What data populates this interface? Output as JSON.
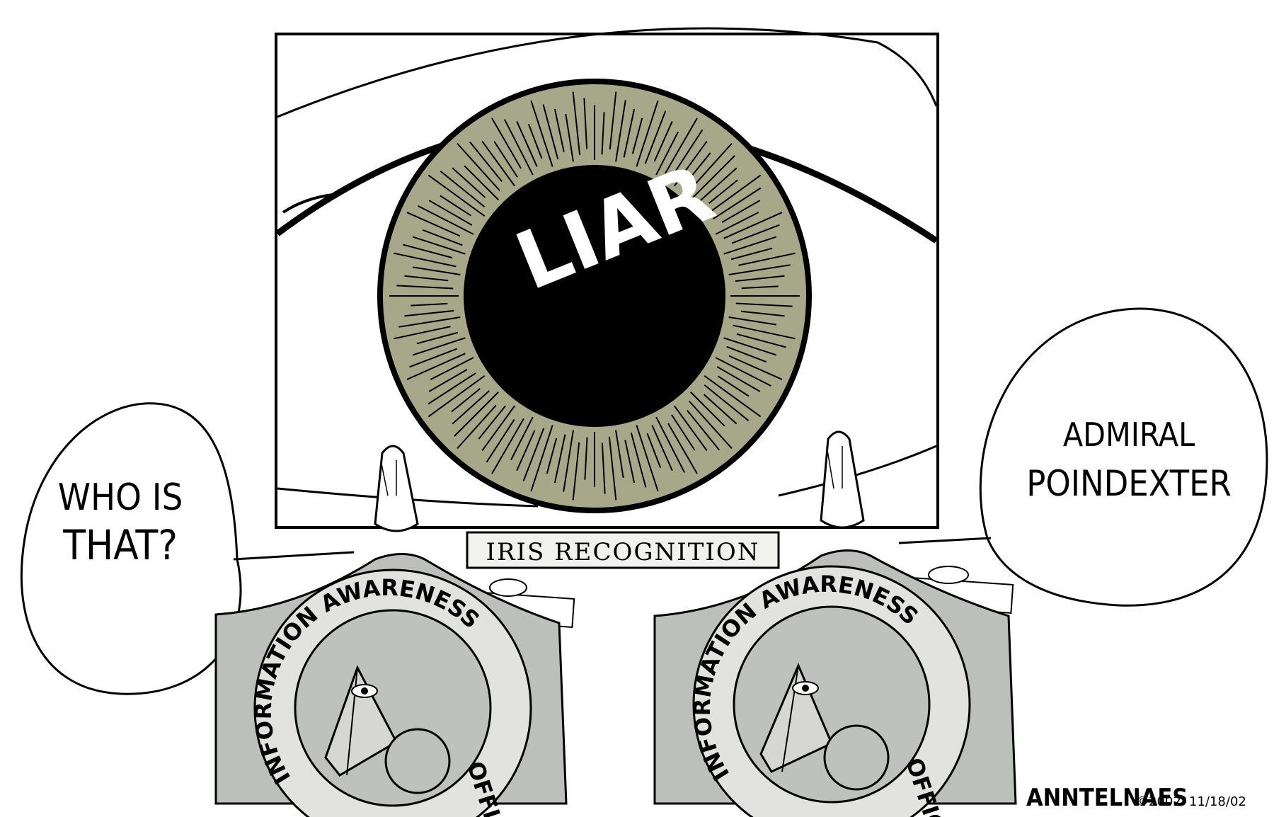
{
  "cartoon": {
    "pupil_text": "LIAR",
    "screen_label": "IRIS RECOGNITION",
    "left_speech": [
      "WHO IS",
      "THAT?"
    ],
    "right_speech": [
      "ADMIRAL",
      "POINDEXTER"
    ],
    "badge_left_top": "INFORMATION AWARENESS",
    "badge_left_right": "OFFICE",
    "badge_right_top": "INFORMATION AWARENESS",
    "badge_right_right": "OFFICE",
    "signature": "ANNTELNAES",
    "copyright": "©2002",
    "date": "11/18/02"
  },
  "colors": {
    "iris": "#a7a889",
    "jacket": "#bdbfbd",
    "badge_ring": "#e2e3e1",
    "badge_inner": "#bfc1bf",
    "ink": "#000000"
  }
}
